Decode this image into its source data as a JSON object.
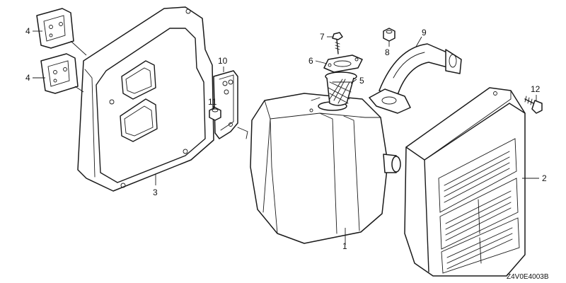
{
  "diagram": {
    "drawing_code": "Z4V0E4003B",
    "callouts": {
      "c1": "1",
      "c2": "2",
      "c3": "3",
      "c4a": "4",
      "c4b": "4",
      "c5": "5",
      "c6": "6",
      "c7": "7",
      "c8": "8",
      "c9": "9",
      "c10": "10",
      "c11": "11",
      "c12": "12"
    }
  }
}
